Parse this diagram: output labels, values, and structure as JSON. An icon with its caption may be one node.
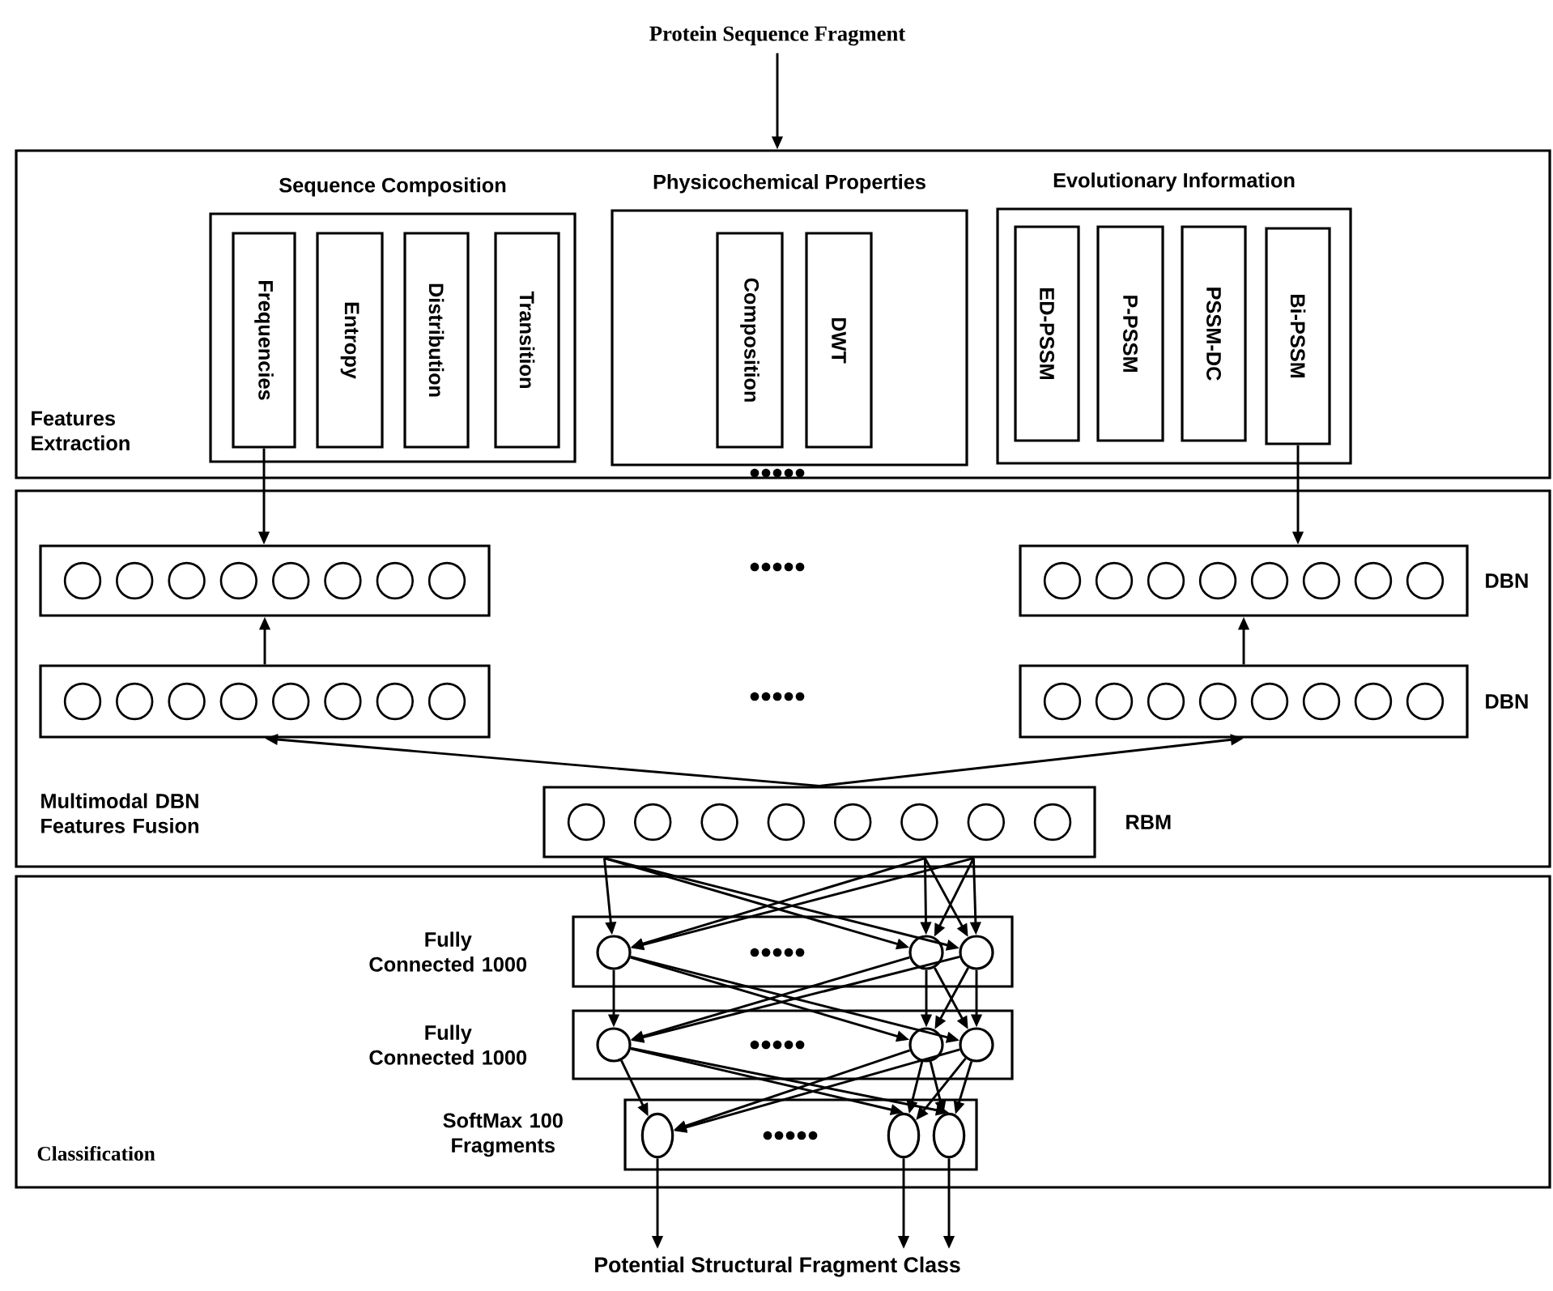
{
  "diagram": {
    "nodes": [
      {
        "text": [
          "Protein Sequence Fragment"
        ]
      },
      {
        "text": [
          "Features Extraction"
        ]
      },
      {
        "text": [
          "Sequence Composition"
        ],
        "in": 1
      },
      {
        "text": [
          "Frequencies"
        ],
        "in": 2
      },
      {
        "text": [
          "Entropy"
        ],
        "in": 2
      },
      {
        "text": [
          "Distribution"
        ],
        "in": 2
      },
      {
        "text": [
          "Transition"
        ],
        "in": 2
      },
      {
        "text": [
          "Physicochemical Properties"
        ],
        "in": 1
      },
      {
        "text": [
          "Composition"
        ],
        "in": 7
      },
      {
        "text": [
          "DWT"
        ],
        "in": 7
      },
      {
        "text": [
          "Evolutionary Information"
        ],
        "in": 1
      },
      {
        "text": [
          "ED-PSSM"
        ],
        "in": 10
      },
      {
        "text": [
          "P-PSSM"
        ],
        "in": 10
      },
      {
        "text": [
          "PSSM-DC"
        ],
        "in": 10
      },
      {
        "text": [
          "Bi-PSSM"
        ],
        "in": 10
      },
      {
        "text": [
          "Multimodal DBN Features Fusion"
        ]
      },
      {
        "text": [],
        "shape": "box",
        "in": 15
      },
      {
        "text": [],
        "shape": "box",
        "in": 15,
        "beside": [
          "DBN"
        ]
      },
      {
        "text": [],
        "shape": "box",
        "in": 15
      },
      {
        "text": [],
        "shape": "box",
        "in": 15,
        "beside": [
          "DBN"
        ]
      },
      {
        "text": [],
        "shape": "box",
        "in": 15,
        "beside": [
          "RBM"
        ]
      },
      {
        "text": [
          "Classification"
        ]
      },
      {
        "text": [],
        "shape": "box",
        "in": 21,
        "beside": [
          "Fully Connected 1000"
        ]
      },
      {
        "text": [],
        "shape": "circle",
        "in": 22
      },
      {
        "text": [],
        "shape": "circle",
        "in": 22
      },
      {
        "text": [],
        "shape": "circle",
        "in": 22
      },
      {
        "text": [],
        "shape": "box",
        "in": 21,
        "beside": [
          "Fully Connected 1000"
        ]
      },
      {
        "text": [],
        "shape": "circle",
        "in": 26
      },
      {
        "text": [],
        "shape": "circle",
        "in": 26
      },
      {
        "text": [],
        "shape": "circle",
        "in": 26
      },
      {
        "text": [],
        "shape": "box",
        "in": 21,
        "beside": [
          "SoftMax 100 Fragments"
        ]
      },
      {
        "text": [],
        "shape": "ellipse",
        "in": 30
      },
      {
        "text": [],
        "shape": "ellipse",
        "in": 30
      },
      {
        "text": [],
        "shape": "ellipse",
        "in": 30
      },
      {
        "text": [
          "Potential Structural Fragment Class"
        ]
      }
    ],
    "edges": [
      {
        "from": 0,
        "to": 1,
        "arrow": "to"
      },
      {
        "from": 3,
        "to": 16,
        "arrow": "to"
      },
      {
        "from": 14,
        "to": 17,
        "arrow": "to"
      },
      {
        "from": 18,
        "to": 16,
        "arrow": "to"
      },
      {
        "from": 19,
        "to": 17,
        "arrow": "to"
      },
      {
        "from": 20,
        "to": 18,
        "arrow": "to"
      },
      {
        "from": 20,
        "to": 19,
        "arrow": "to"
      },
      {
        "from": 20,
        "to": 23,
        "arrow": "to"
      },
      {
        "from": 20,
        "to": 24,
        "arrow": "to"
      },
      {
        "from": 20,
        "to": 25,
        "arrow": "to"
      },
      {
        "from": 20,
        "to": 23,
        "arrow": "to"
      },
      {
        "from": 20,
        "to": 24,
        "arrow": "to"
      },
      {
        "from": 20,
        "to": 25,
        "arrow": "to"
      },
      {
        "from": 20,
        "to": 23,
        "arrow": "to"
      },
      {
        "from": 20,
        "to": 24,
        "arrow": "to"
      },
      {
        "from": 20,
        "to": 25,
        "arrow": "to"
      },
      {
        "from": 23,
        "to": 27,
        "arrow": "to"
      },
      {
        "from": 23,
        "to": 28,
        "arrow": "to"
      },
      {
        "from": 23,
        "to": 29,
        "arrow": "to"
      },
      {
        "from": 24,
        "to": 27,
        "arrow": "to"
      },
      {
        "from": 24,
        "to": 28,
        "arrow": "to"
      },
      {
        "from": 24,
        "to": 29,
        "arrow": "to"
      },
      {
        "from": 25,
        "to": 27,
        "arrow": "to"
      },
      {
        "from": 25,
        "to": 28,
        "arrow": "to"
      },
      {
        "from": 25,
        "to": 29,
        "arrow": "to"
      },
      {
        "from": 27,
        "to": 31,
        "arrow": "to"
      },
      {
        "from": 27,
        "to": 32,
        "arrow": "to"
      },
      {
        "from": 27,
        "to": 33,
        "arrow": "to"
      },
      {
        "from": 28,
        "to": 31,
        "arrow": "to"
      },
      {
        "from": 28,
        "to": 32,
        "arrow": "to"
      },
      {
        "from": 28,
        "to": 33,
        "arrow": "to"
      },
      {
        "from": 29,
        "to": 31,
        "arrow": "to"
      },
      {
        "from": 29,
        "to": 32,
        "arrow": "to"
      },
      {
        "from": 29,
        "to": 33,
        "arrow": "to"
      },
      {
        "from": 31,
        "to": 34,
        "arrow": "to"
      },
      {
        "from": 32,
        "to": 34,
        "arrow": "to"
      },
      {
        "from": 33,
        "to": 34,
        "arrow": "to"
      }
    ]
  }
}
